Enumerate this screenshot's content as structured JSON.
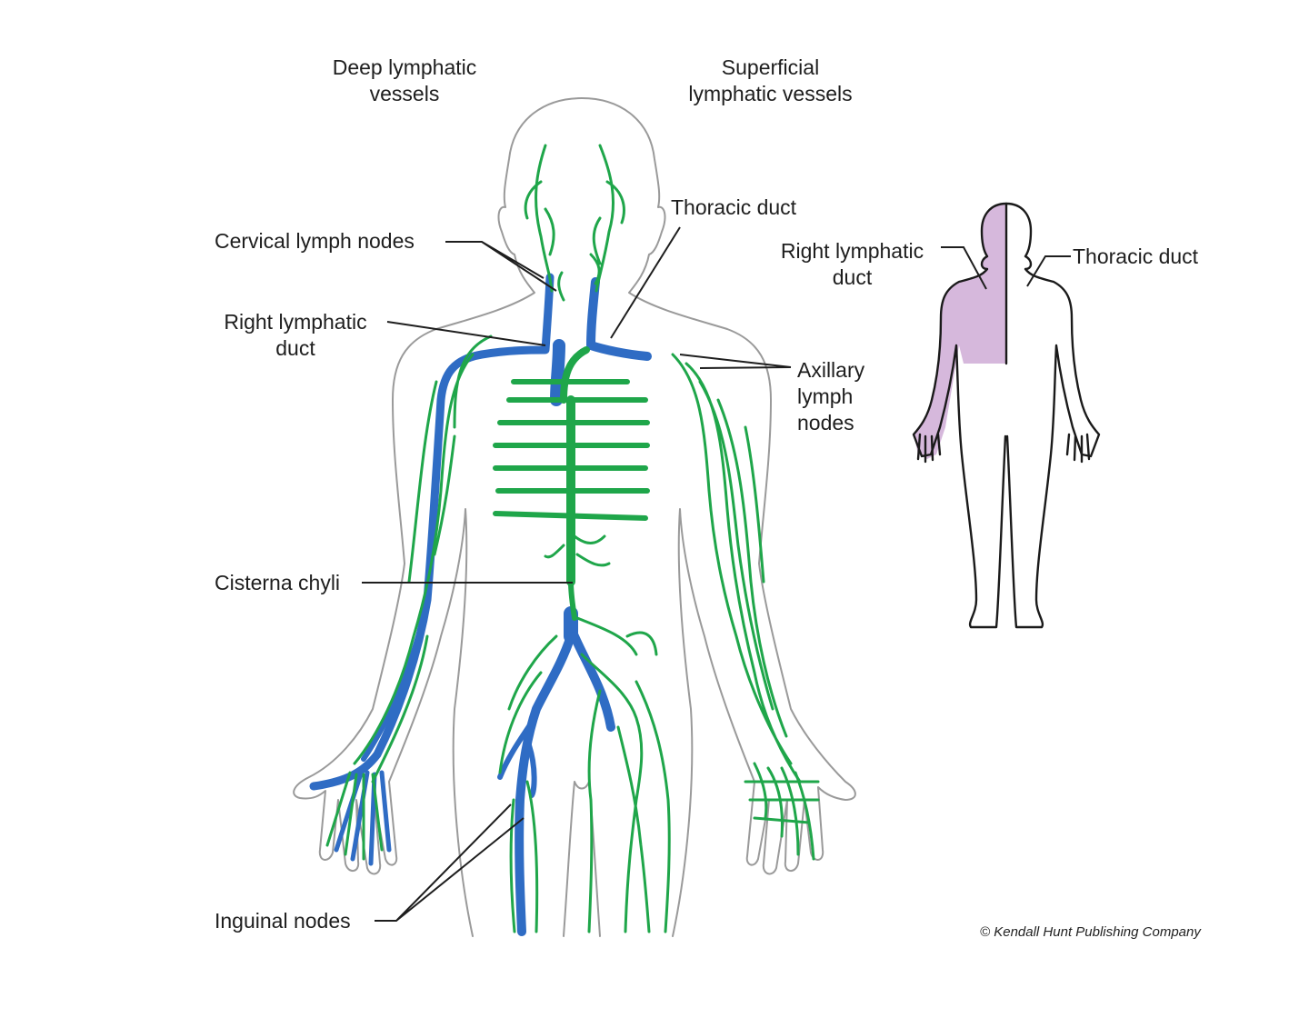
{
  "labels": {
    "deep_vessels": [
      "Deep lymphatic",
      "vessels"
    ],
    "superficial_vessels": [
      "Superficial",
      "lymphatic vessels"
    ],
    "thoracic_duct_main": "Thoracic duct",
    "cervical_nodes": "Cervical lymph nodes",
    "right_lymphatic_duct_main": [
      "Right lymphatic",
      "duct"
    ],
    "axillary_nodes": [
      "Axillary",
      "lymph",
      "nodes"
    ],
    "cisterna_chyli": "Cisterna chyli",
    "inguinal_nodes": "Inguinal nodes",
    "inset_right_lymphatic_duct": [
      "Right lymphatic",
      "duct"
    ],
    "inset_thoracic_duct": "Thoracic duct"
  },
  "credit": "© Kendall Hunt Publishing Company",
  "colors": {
    "deep_vessel": "#2f6cc4",
    "superficial_vessel": "#1fa64a",
    "right_duct_region": "#d6b8dc",
    "body_outline": "#9a9a9a"
  }
}
